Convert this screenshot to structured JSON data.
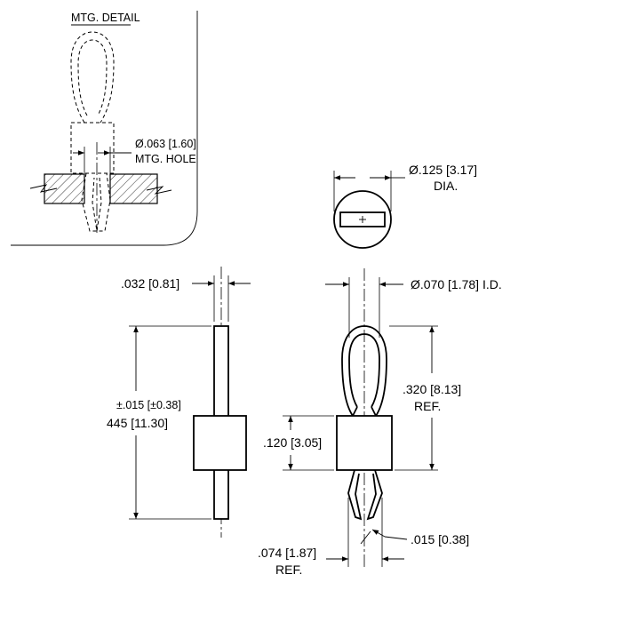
{
  "detail": {
    "title": "MTG. DETAIL",
    "hole_dia": "Ø.063 [1.60]",
    "hole_label": "MTG. HOLE"
  },
  "end_view": {
    "dia": "Ø.125 [3.17]",
    "dia_label": "DIA."
  },
  "side_view": {
    "thickness": ".032 [0.81]",
    "tolerance": "±.015 [±0.38]",
    "length": "445 [11.30]"
  },
  "front_view": {
    "inner_dia": "Ø.070 [1.78] I.D.",
    "loop_height": ".320 [8.13]",
    "loop_ref": "REF.",
    "body_height": ".120 [3.05]",
    "leg_width": ".074 [1.87]",
    "leg_ref": "REF.",
    "wire_dia": ".015 [0.38]"
  }
}
